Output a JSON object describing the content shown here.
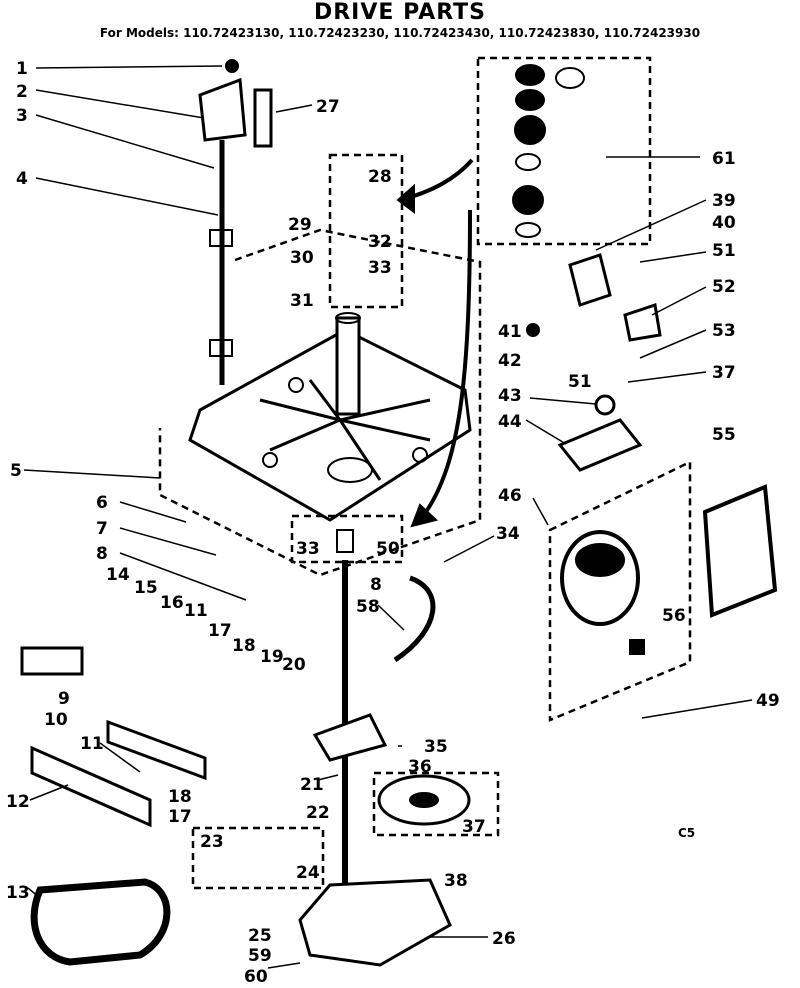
{
  "diagram": {
    "title": "DRIVE PARTS",
    "models_line": "For Models: 110.72423130, 110.72423230, 110.72423430, 110.72423830, 110.72423930",
    "corner_code": "C5"
  },
  "callouts": [
    {
      "id": "c1",
      "text": "1"
    },
    {
      "id": "c2",
      "text": "2"
    },
    {
      "id": "c3",
      "text": "3"
    },
    {
      "id": "c4",
      "text": "4"
    },
    {
      "id": "c27",
      "text": "27"
    },
    {
      "id": "c28",
      "text": "28"
    },
    {
      "id": "c29",
      "text": "29"
    },
    {
      "id": "c30",
      "text": "30"
    },
    {
      "id": "c31",
      "text": "31"
    },
    {
      "id": "c32",
      "text": "32"
    },
    {
      "id": "c33a",
      "text": "33"
    },
    {
      "id": "c61",
      "text": "61"
    },
    {
      "id": "c39",
      "text": "39"
    },
    {
      "id": "c40",
      "text": "40"
    },
    {
      "id": "c51a",
      "text": "51"
    },
    {
      "id": "c52",
      "text": "52"
    },
    {
      "id": "c41",
      "text": "41"
    },
    {
      "id": "c42",
      "text": "42"
    },
    {
      "id": "c51b",
      "text": "51"
    },
    {
      "id": "c53",
      "text": "53"
    },
    {
      "id": "c37a",
      "text": "37"
    },
    {
      "id": "c43",
      "text": "43"
    },
    {
      "id": "c44",
      "text": "44"
    },
    {
      "id": "c55",
      "text": "55"
    },
    {
      "id": "c5",
      "text": "5"
    },
    {
      "id": "c6",
      "text": "6"
    },
    {
      "id": "c7",
      "text": "7"
    },
    {
      "id": "c8a",
      "text": "8"
    },
    {
      "id": "c33b",
      "text": "33"
    },
    {
      "id": "c50",
      "text": "50"
    },
    {
      "id": "c34",
      "text": "34"
    },
    {
      "id": "c46",
      "text": "46"
    },
    {
      "id": "c8b",
      "text": "8"
    },
    {
      "id": "c58",
      "text": "58"
    },
    {
      "id": "c14",
      "text": "14"
    },
    {
      "id": "c15",
      "text": "15"
    },
    {
      "id": "c16",
      "text": "16"
    },
    {
      "id": "c11a",
      "text": "11"
    },
    {
      "id": "c17a",
      "text": "17"
    },
    {
      "id": "c18a",
      "text": "18"
    },
    {
      "id": "c19",
      "text": "19"
    },
    {
      "id": "c20",
      "text": "20"
    },
    {
      "id": "c56",
      "text": "56"
    },
    {
      "id": "c10",
      "text": "10"
    },
    {
      "id": "c49",
      "text": "49"
    },
    {
      "id": "c11b",
      "text": "11"
    },
    {
      "id": "c35",
      "text": "35"
    },
    {
      "id": "c21",
      "text": "21"
    },
    {
      "id": "c36",
      "text": "36"
    },
    {
      "id": "c12",
      "text": "12"
    },
    {
      "id": "c18b",
      "text": "18"
    },
    {
      "id": "c17b",
      "text": "17"
    },
    {
      "id": "c22",
      "text": "22"
    },
    {
      "id": "c23",
      "text": "23"
    },
    {
      "id": "c37b",
      "text": "37"
    },
    {
      "id": "c24",
      "text": "24"
    },
    {
      "id": "c38",
      "text": "38"
    },
    {
      "id": "c13",
      "text": "13"
    },
    {
      "id": "c25",
      "text": "25"
    },
    {
      "id": "c26",
      "text": "26"
    },
    {
      "id": "c59",
      "text": "59"
    },
    {
      "id": "c60",
      "text": "60"
    },
    {
      "id": "c9",
      "text": "9"
    }
  ]
}
